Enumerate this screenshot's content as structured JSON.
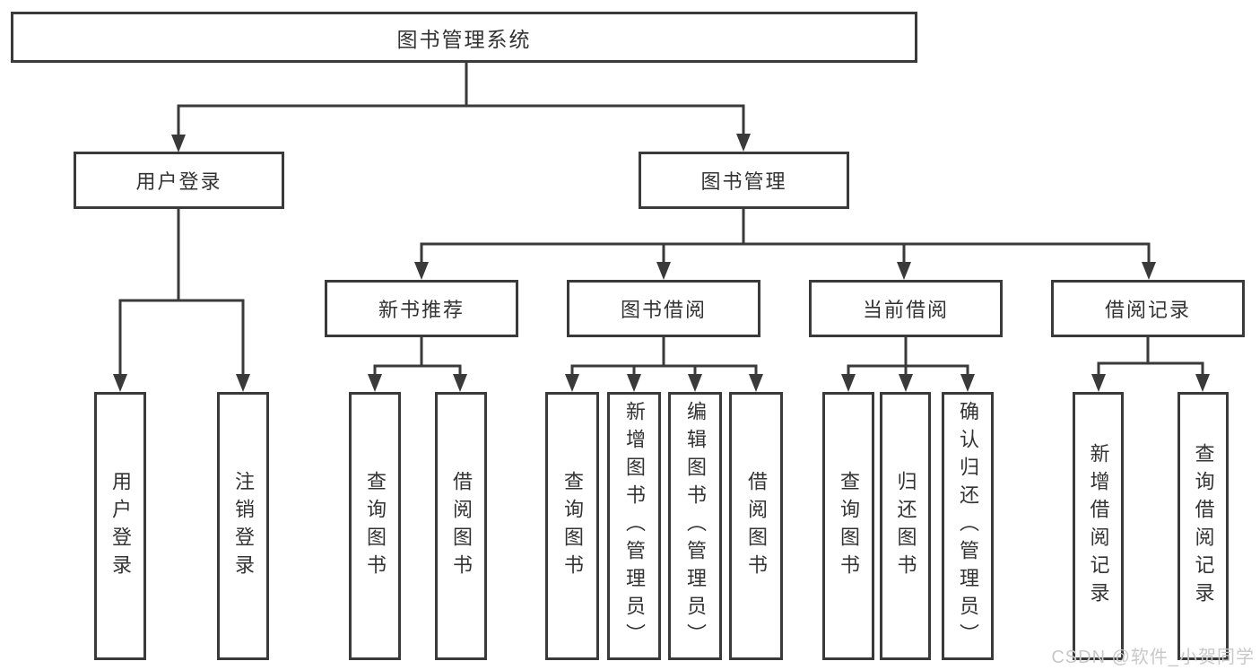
{
  "tree": {
    "label": "图书管理系统",
    "children": [
      {
        "label": "用户登录",
        "children": [
          {
            "label": "用户登录"
          },
          {
            "label": "注销登录"
          }
        ]
      },
      {
        "label": "图书管理",
        "children": [
          {
            "label": "新书推荐",
            "children": [
              {
                "label": "查询图书"
              },
              {
                "label": "借阅图书"
              }
            ]
          },
          {
            "label": "图书借阅",
            "children": [
              {
                "label": "查询图书"
              },
              {
                "label": "新增图书（管理员）"
              },
              {
                "label": "编辑图书（管理员）"
              },
              {
                "label": "借阅图书"
              }
            ]
          },
          {
            "label": "当前借阅",
            "children": [
              {
                "label": "查询图书"
              },
              {
                "label": "归还图书"
              },
              {
                "label": "确认归还（管理员）"
              }
            ]
          },
          {
            "label": "借阅记录",
            "children": [
              {
                "label": "新增借阅记录"
              },
              {
                "label": "查询借阅记录"
              }
            ]
          }
        ]
      }
    ]
  },
  "watermark": {
    "text": "CSDN @软件_小贺同学"
  },
  "colors": {
    "line": "#3a3a3a",
    "text": "#333333",
    "watermark": "#c8c8c8",
    "background": "#ffffff"
  }
}
